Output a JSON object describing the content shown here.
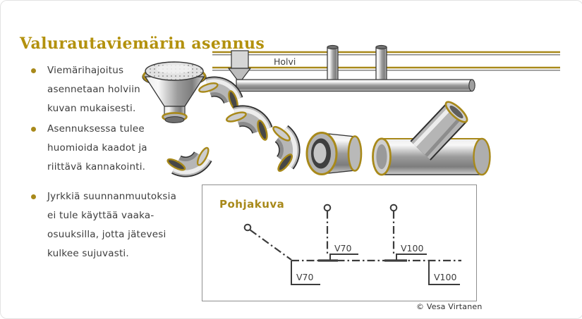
{
  "slide": {
    "title": "Valurautaviemärin asennus",
    "copyright": "© Vesa Virtanen"
  },
  "bullets": [
    {
      "lines": [
        "Viemärihajoitus",
        "asennetaan holviin",
        "kuvan mukaisesti."
      ]
    },
    {
      "lines": [
        "Asennuksessa tulee",
        "huomioida kaadot ja",
        "riittävä kannakointi."
      ]
    },
    {
      "lines": [
        "Jyrkkiä suunnanmuutoksia",
        "ei tule käyttää vaaka-",
        "osuuksilla, jotta jätevesi",
        "kulkee sujuvasti."
      ]
    }
  ],
  "illustration": {
    "ceiling_label": "Holvi"
  },
  "floorplan": {
    "title": "Pohjakuva",
    "labels": {
      "riser1": "V70",
      "riser2": "V100",
      "main_left": "V70",
      "main_right": "V100"
    }
  },
  "colors": {
    "gold": "#A8891A",
    "title_gold": "#B3910D",
    "text": "#3D3D3D",
    "line": "#3C3C3C"
  }
}
